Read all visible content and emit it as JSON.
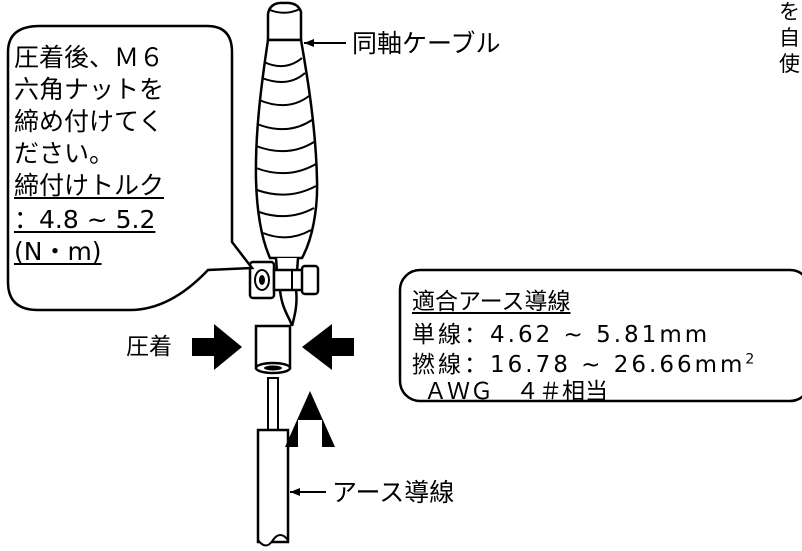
{
  "callout": {
    "lines": [
      "圧着後、Ｍ６",
      "六角ナットを",
      "締め付けてく",
      "ださい。"
    ],
    "torque_heading": "締付けトルク",
    "torque_value": "：4.8 ~ 5.2",
    "torque_unit": "(N・m)"
  },
  "labels": {
    "coax_cable": "同軸ケーブル",
    "crimp": "圧着",
    "ground_wire": "アース導線"
  },
  "spec_box": {
    "heading": "適合アース導線",
    "single_wire": "単線：4.62 ~ 5.81mm",
    "stranded_wire": "撚線：16.78 ~ 26.66mm",
    "stranded_exp": "2",
    "awg": "ＡＷＧ　４＃相当"
  },
  "edge_text": [
    "を",
    "自",
    "使"
  ]
}
